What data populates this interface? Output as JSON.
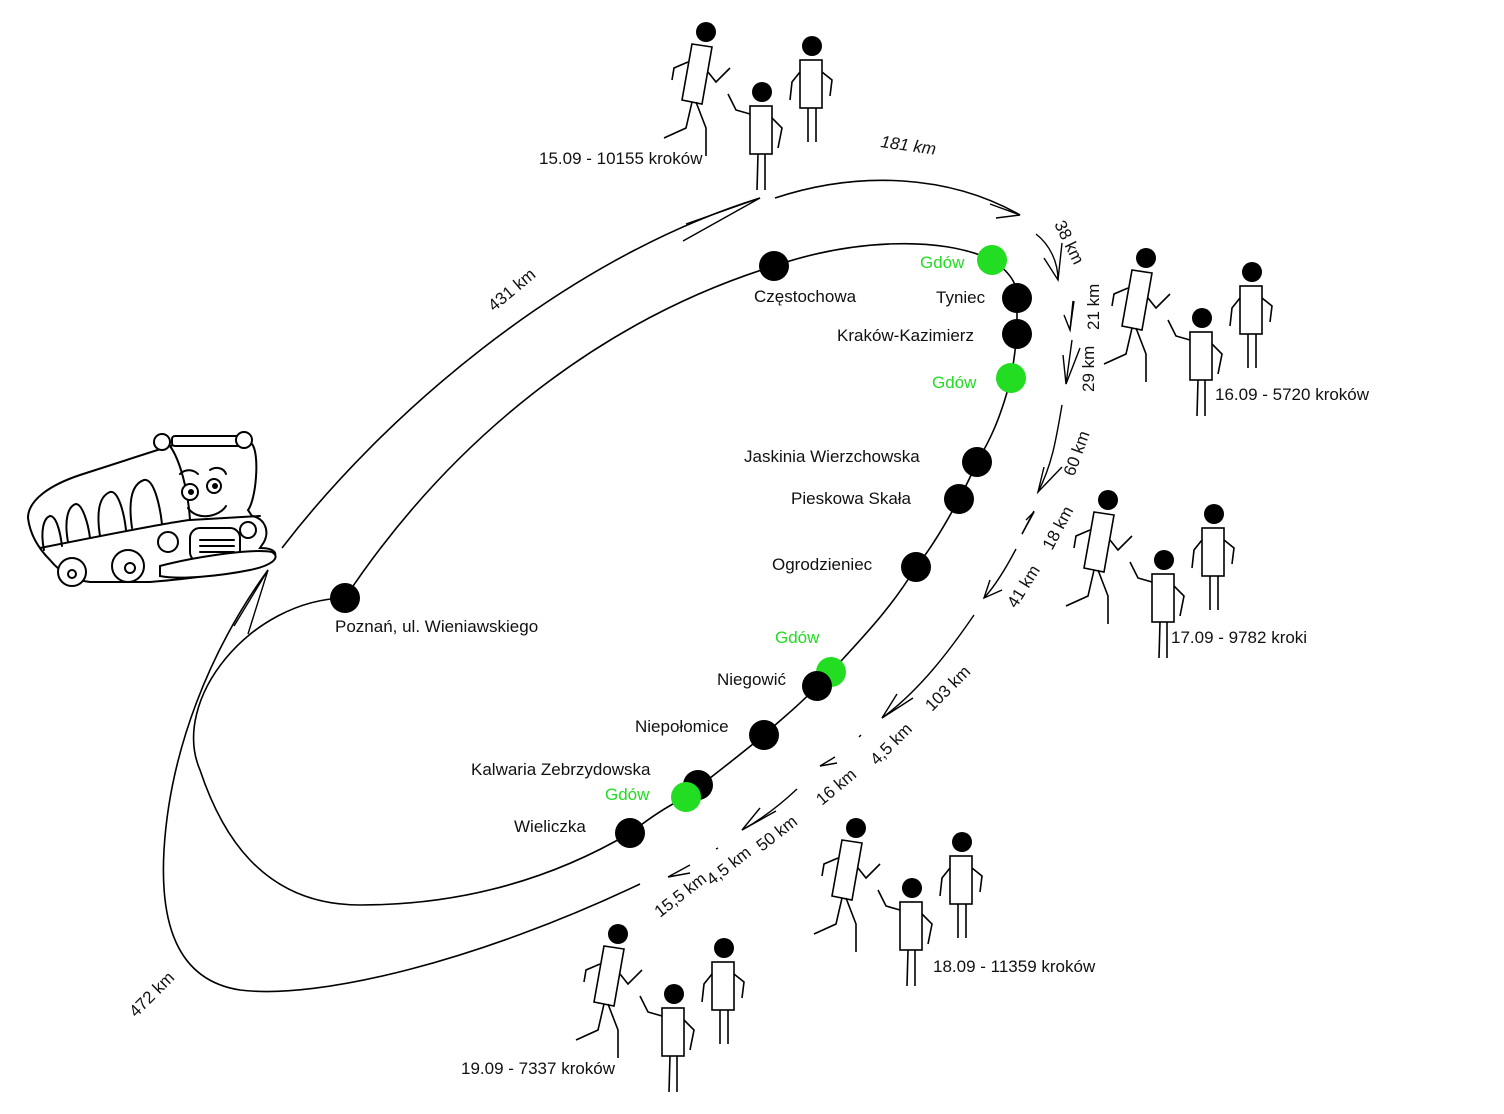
{
  "title": "Trip route diagram",
  "colors": {
    "stop": "#000000",
    "gdow": "#22dd22",
    "line": "#000000"
  },
  "stops": [
    {
      "name": "Poznań, ul. Wieniawskiego",
      "type": "black"
    },
    {
      "name": "Częstochowa",
      "type": "black"
    },
    {
      "name": "Gdów",
      "type": "green"
    },
    {
      "name": "Tyniec",
      "type": "black"
    },
    {
      "name": "Kraków-Kazimierz",
      "type": "black"
    },
    {
      "name": "Gdów",
      "type": "green"
    },
    {
      "name": "Jaskinia Wierzchowska",
      "type": "black"
    },
    {
      "name": "Pieskowa Skała",
      "type": "black"
    },
    {
      "name": "Ogrodzieniec",
      "type": "black"
    },
    {
      "name": "Gdów",
      "type": "green"
    },
    {
      "name": "Niegowić",
      "type": "black"
    },
    {
      "name": "Niepołomice",
      "type": "black"
    },
    {
      "name": "Kalwaria Zebrzydowska",
      "type": "black"
    },
    {
      "name": "Gdów",
      "type": "green"
    },
    {
      "name": "Wieliczka",
      "type": "black"
    }
  ],
  "distances": {
    "d431": "431 km",
    "d181": "181 km",
    "d38": "38 km",
    "d21": "21 km",
    "d29": "29 km",
    "d60": "60 km",
    "d18": "18 km",
    "d41": "41 km",
    "d103": "103 km",
    "d4_5a": "4,5 km",
    "d16": "16 km",
    "d50": "50 km",
    "d4_5b": "4,5 km",
    "d15_5": "15,5 km",
    "d472": "472 km"
  },
  "days": [
    {
      "label": "15.09 - 10155 kroków",
      "date": "15.09",
      "steps": 10155
    },
    {
      "label": "16.09 - 5720 kroków",
      "date": "16.09",
      "steps": 5720
    },
    {
      "label": "17.09 - 9782 kroki",
      "date": "17.09",
      "steps": 9782
    },
    {
      "label": "18.09 - 11359 kroków",
      "date": "18.09",
      "steps": 11359
    },
    {
      "label": "19.09 - 7337 kroków",
      "date": "19.09",
      "steps": 7337
    }
  ],
  "icons": {
    "bus": "bus-icon",
    "walkers": "walking-people-icon"
  }
}
